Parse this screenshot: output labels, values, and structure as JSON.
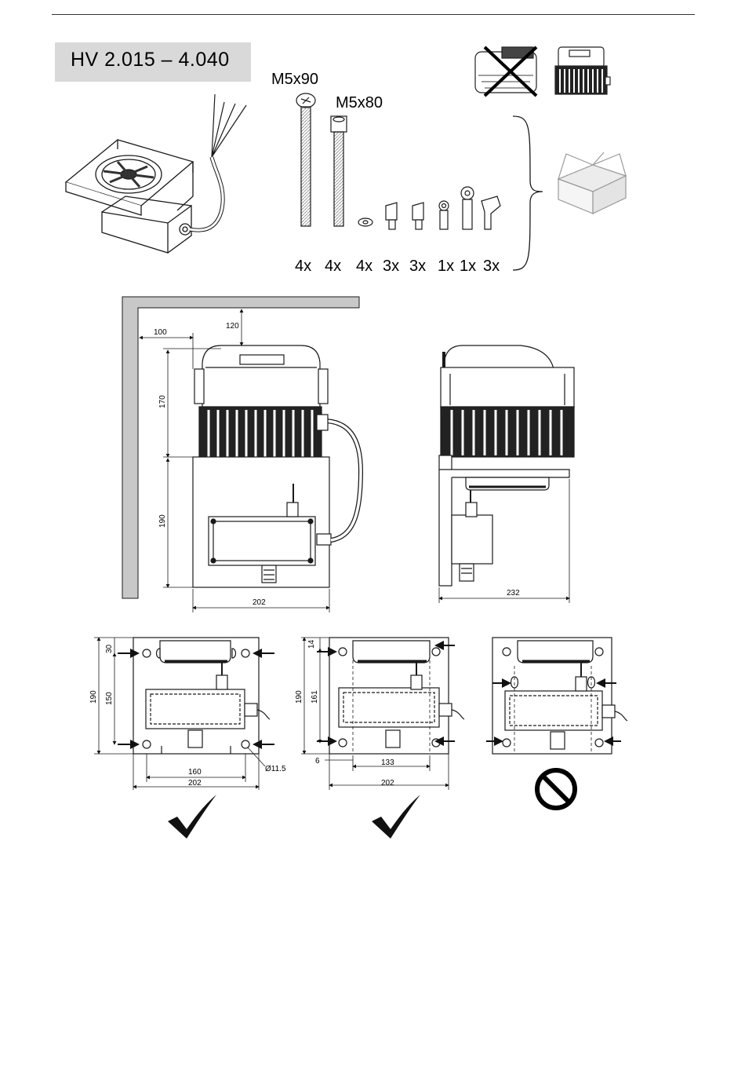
{
  "header": {
    "model_range": "HV 2.015 – 4.040"
  },
  "kit": {
    "screw_1": "M5x90",
    "screw_2": "M5x80",
    "quantities": [
      "4x",
      "4x",
      "4x",
      "3x",
      "3x",
      "1x",
      "1x",
      "3x"
    ]
  },
  "clearance": {
    "side_gap": "100",
    "top_gap": "120",
    "motor_height": "170",
    "plate_height": "190",
    "plate_width": "202",
    "side_depth": "232"
  },
  "mounting": {
    "option_a": {
      "top_offset": "30",
      "hole_spacing_v": "150",
      "height": "190",
      "hole_spacing_h": "160",
      "width": "202",
      "hole_dia": "Ø11.5"
    },
    "option_b": {
      "top_offset": "14",
      "height": "190",
      "hole_spacing_v": "161",
      "side_offset": "6",
      "hole_spacing_h": "133",
      "width": "202"
    }
  },
  "colors": {
    "line": "#1a1a1a",
    "motor": "#222222",
    "fin": "#ffffff",
    "label_bg": "#d9d9d9",
    "wall": "#c8c8c8"
  },
  "icons": [
    "check-icon",
    "check-icon",
    "prohibited-icon",
    "cross-icon",
    "box-icon"
  ]
}
